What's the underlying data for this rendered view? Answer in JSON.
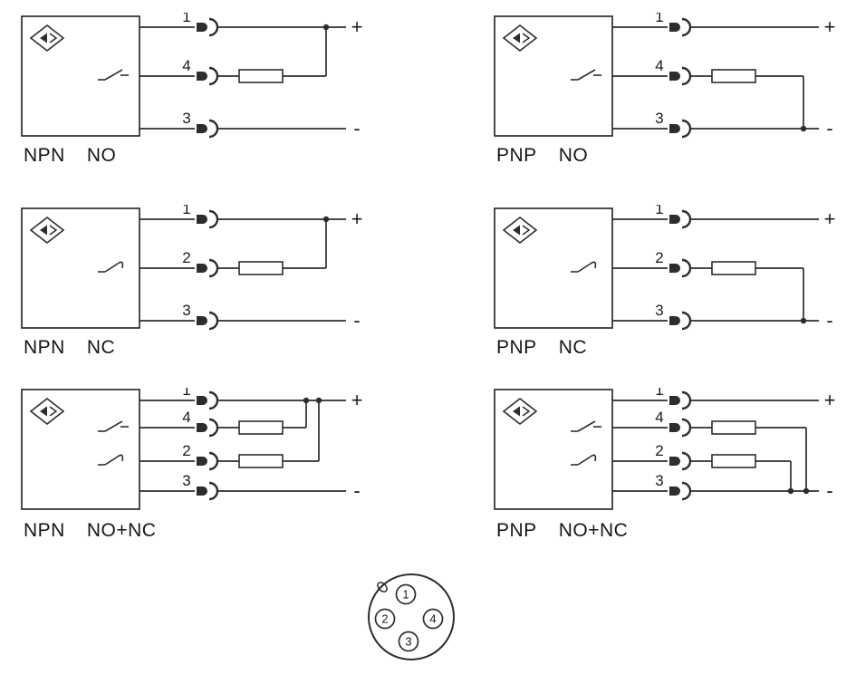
{
  "page": {
    "background": "#ffffff"
  },
  "colors": {
    "line": "#2d2d2d",
    "text": "#1a1a1a"
  },
  "terminals": {
    "plus": "+",
    "minus": "-"
  },
  "icons": {
    "proximity-sensor-icon": "diamond-with-chevron",
    "no-contact-icon": "normally-open-switch",
    "nc-contact-icon": "normally-closed-switch",
    "plug-icon": "male-connector-pin-with-socket-arc",
    "load-icon": "resistor-box"
  },
  "diagrams": [
    {
      "id": "npn-no",
      "family": "NPN",
      "logic": "NO",
      "rail": "up",
      "pins": [
        {
          "num": "1",
          "role": "plus"
        },
        {
          "num": "4",
          "role": "load",
          "switch": "no"
        },
        {
          "num": "3",
          "role": "minus"
        }
      ]
    },
    {
      "id": "pnp-no",
      "family": "PNP",
      "logic": "NO",
      "rail": "down",
      "pins": [
        {
          "num": "1",
          "role": "plus"
        },
        {
          "num": "4",
          "role": "load",
          "switch": "no"
        },
        {
          "num": "3",
          "role": "minus"
        }
      ]
    },
    {
      "id": "npn-nc",
      "family": "NPN",
      "logic": "NC",
      "rail": "up",
      "pins": [
        {
          "num": "1",
          "role": "plus"
        },
        {
          "num": "2",
          "role": "load",
          "switch": "nc"
        },
        {
          "num": "3",
          "role": "minus"
        }
      ]
    },
    {
      "id": "pnp-nc",
      "family": "PNP",
      "logic": "NC",
      "rail": "down",
      "pins": [
        {
          "num": "1",
          "role": "plus"
        },
        {
          "num": "2",
          "role": "load",
          "switch": "nc"
        },
        {
          "num": "3",
          "role": "minus"
        }
      ]
    },
    {
      "id": "npn-no-nc",
      "family": "NPN",
      "logic": "NO+NC",
      "rail": "up",
      "pins": [
        {
          "num": "1",
          "role": "plus"
        },
        {
          "num": "4",
          "role": "load",
          "switch": "no"
        },
        {
          "num": "2",
          "role": "load",
          "switch": "nc"
        },
        {
          "num": "3",
          "role": "minus"
        }
      ]
    },
    {
      "id": "pnp-no-nc",
      "family": "PNP",
      "logic": "NO+NC",
      "rail": "down",
      "pins": [
        {
          "num": "1",
          "role": "plus"
        },
        {
          "num": "4",
          "role": "load",
          "switch": "no"
        },
        {
          "num": "2",
          "role": "load",
          "switch": "nc"
        },
        {
          "num": "3",
          "role": "minus"
        }
      ]
    }
  ],
  "connector": {
    "pins": [
      {
        "label": "1",
        "pos": "top"
      },
      {
        "label": "2",
        "pos": "left"
      },
      {
        "label": "4",
        "pos": "right"
      },
      {
        "label": "3",
        "pos": "bottom"
      }
    ]
  }
}
